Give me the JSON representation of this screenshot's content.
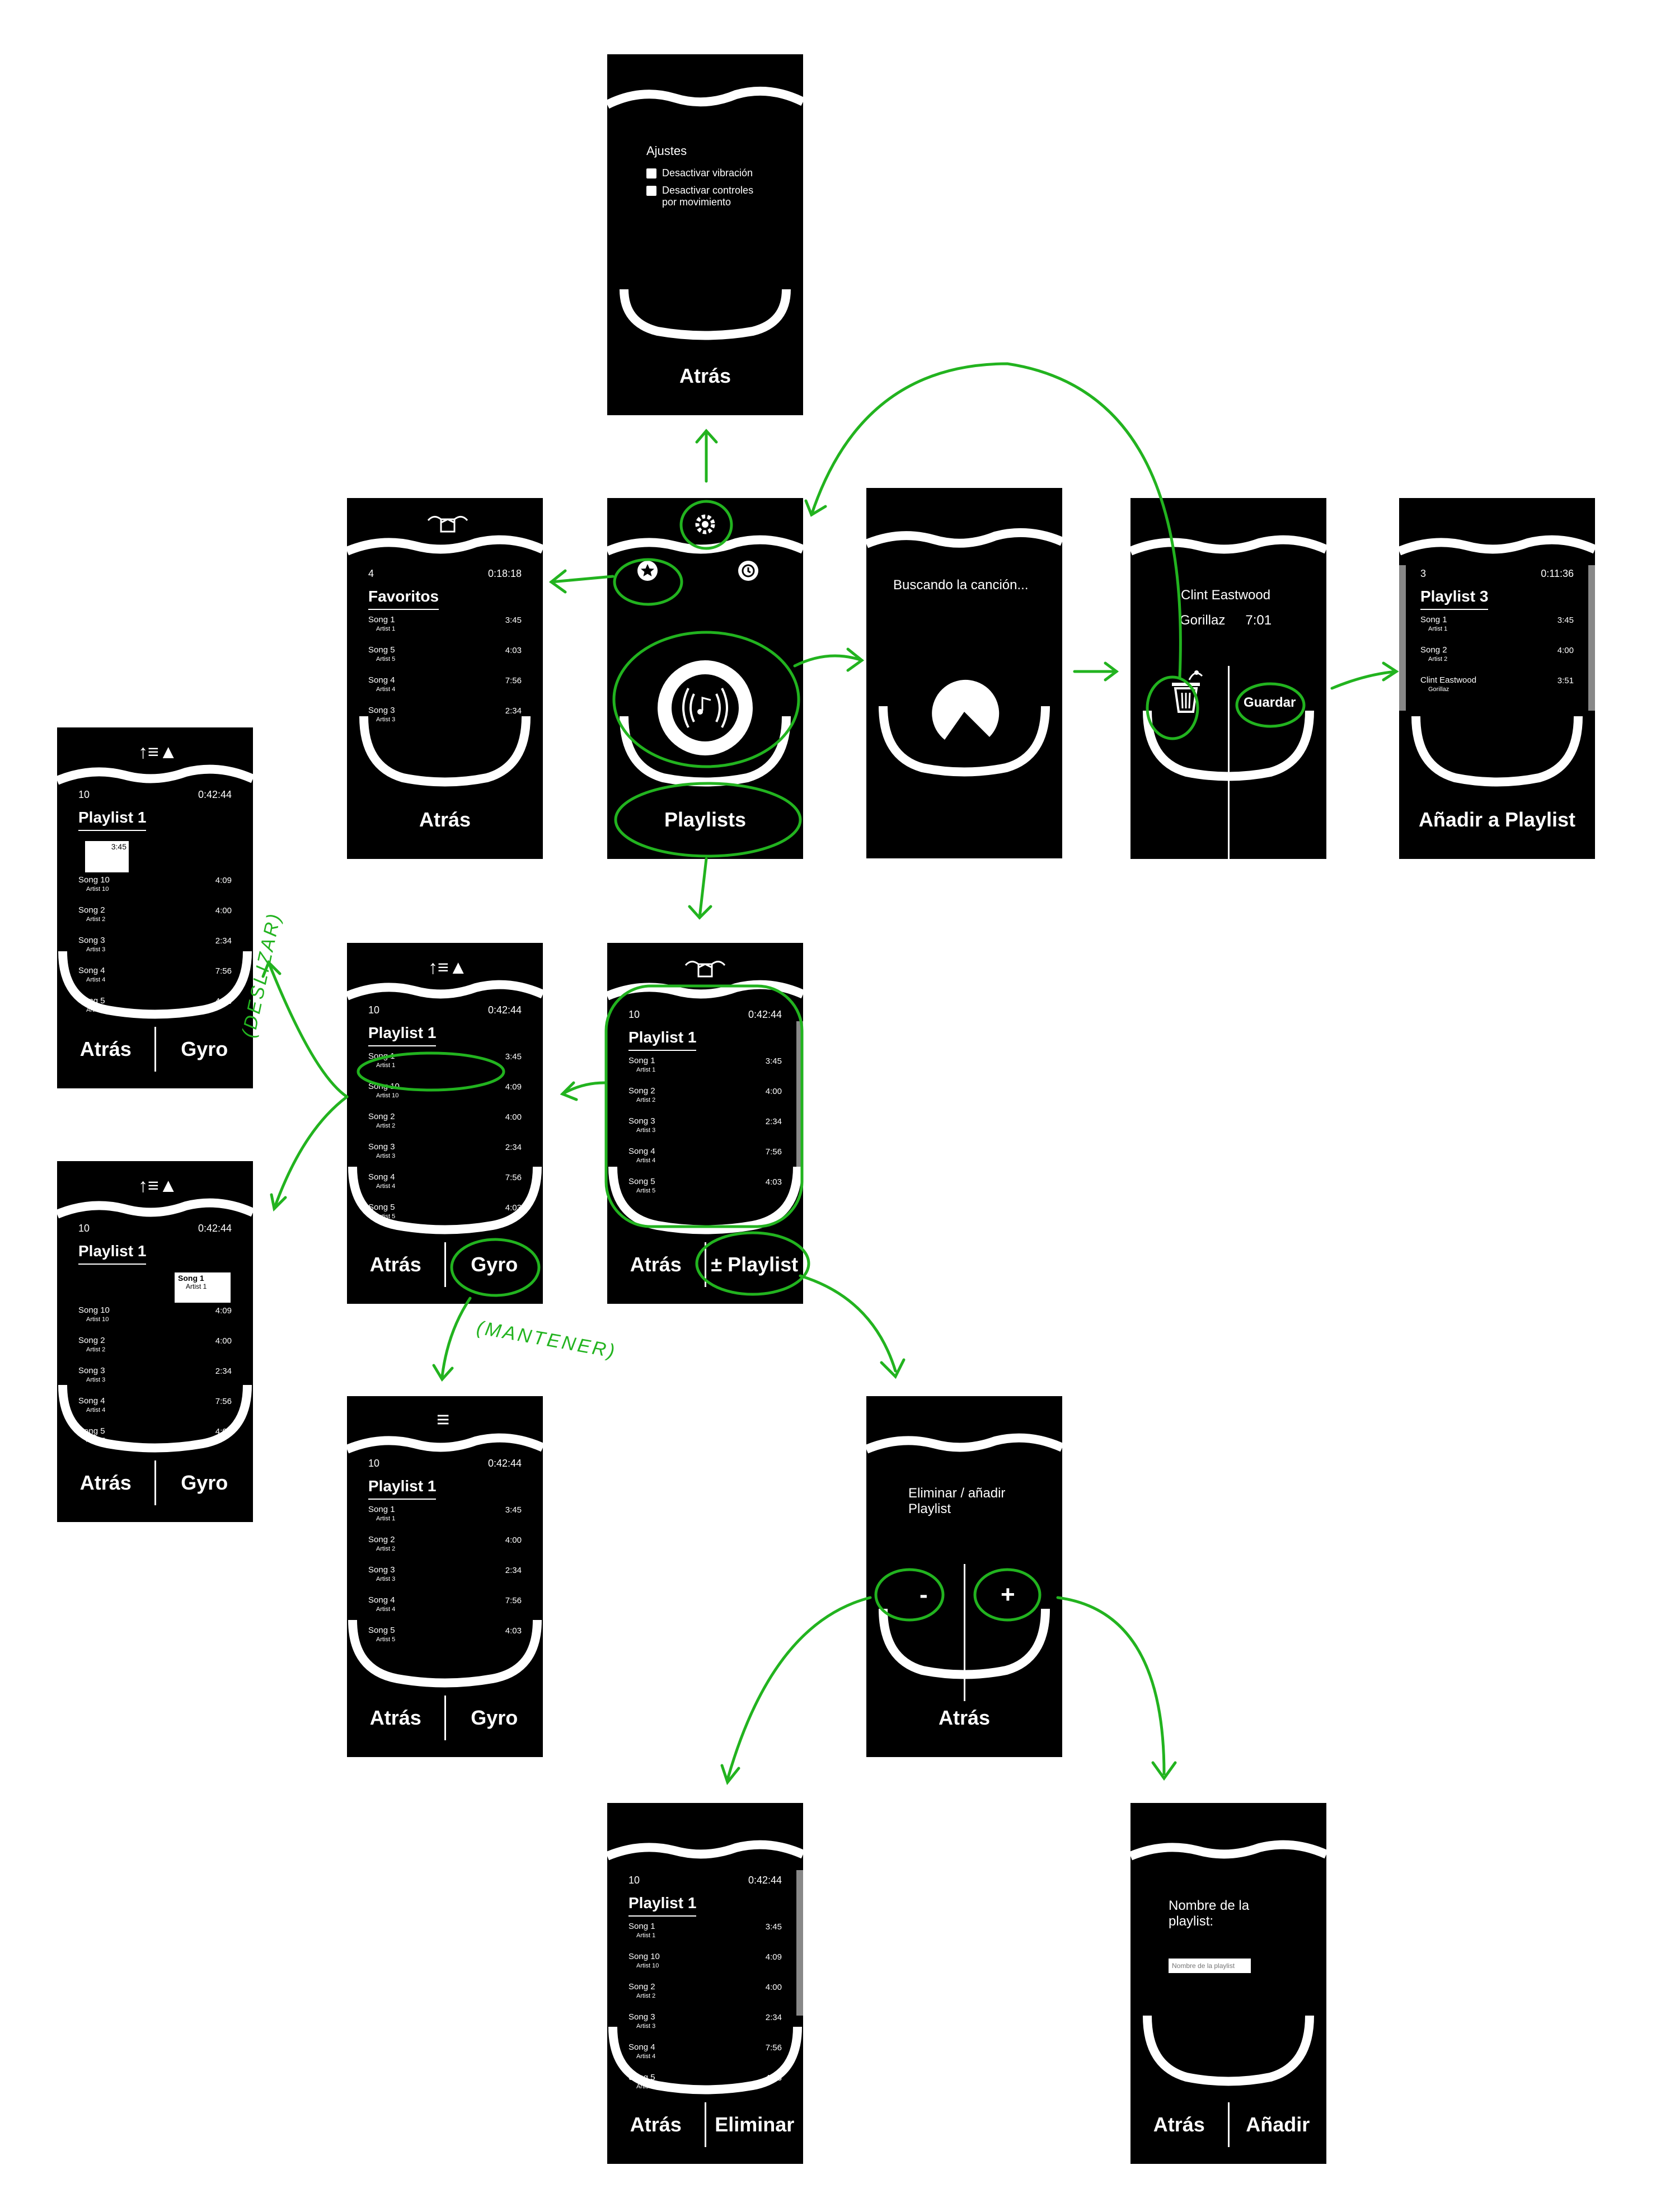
{
  "settings": {
    "title": "Ajustes",
    "opt1": "Desactivar vibración",
    "opt2": "Desactivar controles por movimiento",
    "back": "Atrás"
  },
  "favorites": {
    "count": "4",
    "time": "0:18:18",
    "title": "Favoritos",
    "back": "Atrás",
    "songs": [
      [
        "Song 1",
        "Artist 1",
        "3:45"
      ],
      [
        "Song 5",
        "Artist 5",
        "4:03"
      ],
      [
        "Song 4",
        "Artist 4",
        "7:56"
      ],
      [
        "Song 3",
        "Artist 3",
        "2:34"
      ]
    ]
  },
  "home": {
    "playlists": "Playlists"
  },
  "search": {
    "label": "Buscando la canción..."
  },
  "result": {
    "title": "Clint Eastwood",
    "artist": "Gorillaz",
    "duration": "7:01",
    "save": "Guardar"
  },
  "addpl": {
    "count": "3",
    "time": "0:11:36",
    "title": "Playlist 3",
    "bottom": "Añadir a Playlist",
    "songs": [
      [
        "Song 1",
        "Artist 1",
        "3:45"
      ],
      [
        "Song 2",
        "Artist 2",
        "4:00"
      ],
      [
        "Clint Eastwood",
        "Gorillaz",
        "3:51"
      ]
    ]
  },
  "pl": {
    "count": "10",
    "time": "0:42:44",
    "title": "Playlist 1",
    "back": "Atrás",
    "gyro": "Gyro",
    "toggle": "± Playlist",
    "delete": "Eliminar",
    "songs": [
      [
        "Song 1",
        "Artist 1",
        "3:45"
      ],
      [
        "Song 10",
        "Artist 10",
        "4:09"
      ],
      [
        "Song 2",
        "Artist 2",
        "4:00"
      ],
      [
        "Song 3",
        "Artist 3",
        "2:34"
      ],
      [
        "Song 4",
        "Artist 4",
        "7:56"
      ],
      [
        "Song 5",
        "Artist 5",
        "4:03"
      ]
    ],
    "songs_b": [
      [
        "Song 1",
        "Artist 1",
        "3:45"
      ],
      [
        "Song 2",
        "Artist 2",
        "4:00"
      ],
      [
        "Song 3",
        "Artist 3",
        "2:34"
      ],
      [
        "Song 4",
        "Artist 4",
        "7:56"
      ],
      [
        "Song 5",
        "Artist 5",
        "4:03"
      ]
    ],
    "drag_time": "3:45",
    "drag_song": "Song 1",
    "drag_artist": "Artist 1"
  },
  "edit": {
    "text": "Eliminar / añadir Playlist",
    "minus": "-",
    "plus": "+",
    "back": "Atrás"
  },
  "newpl": {
    "label": "Nombre de la playlist:",
    "placeholder": "Nombre de la playlist",
    "back": "Atrás",
    "add": "Añadir"
  },
  "annotations": {
    "swipe": "(DESLIZAR)",
    "hold": "(MANTENER)"
  },
  "colors": {
    "accent": "#22b31f",
    "screen": "#000000",
    "sidebar": "#888888"
  }
}
